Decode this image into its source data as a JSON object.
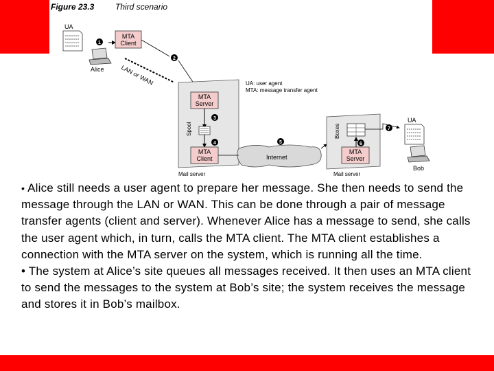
{
  "figure": {
    "title_label": "Figure 23.3",
    "title_sub": "Third scenario",
    "ua": "UA",
    "alice": "Alice",
    "bob": "Bob",
    "mta_client": "MTA",
    "mta_client_sub": "Client",
    "mta_server": "MTA",
    "mta_server_sub": "Server",
    "lan_wan": "LAN or WAN",
    "legend_ua": "UA: user agent",
    "legend_mta": "MTA: message transfer agent",
    "spool": "Spool",
    "boxes": "Boxes",
    "internet": "Internet",
    "mail_server": "Mail server",
    "steps": [
      "1",
      "2",
      "3",
      "4",
      "5",
      "6",
      "7"
    ]
  },
  "text": {
    "para1_line1": "Alice still needs a user agent to prepare her message. She then needs to send the",
    "para1_line2": "message through the LAN or WAN. This can be done through a pair of message transfer agents (client and server). Whenever Alice has a message to send, she calls the user agent which, in turn, calls the MTA client. The MTA client establishes a connection with the MTA server on the system, which is running all the time.",
    "para2": "The system at Alice’s site queues all messages received. It then uses an MTA client to send the messages to the system at Bob’s site; the system receives the message and stores it in Bob’s mailbox."
  },
  "colors": {
    "accent_red": "#ff0000",
    "mta_box_fill": "#f4cccc",
    "server_fill": "#e6e6e6"
  }
}
